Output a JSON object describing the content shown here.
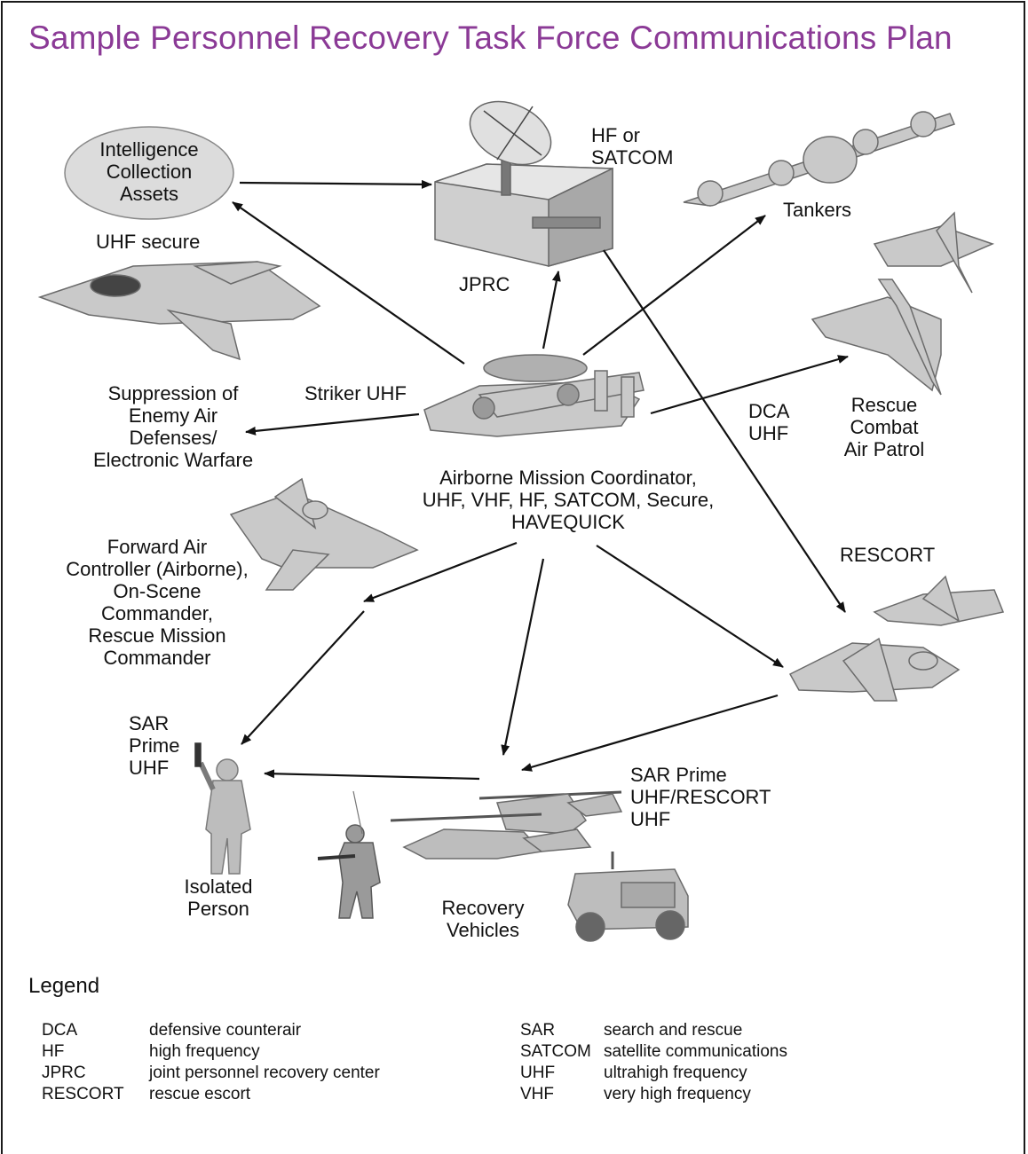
{
  "title": "Sample Personnel Recovery Task Force Communications Plan",
  "labels": {
    "intel": "Intelligence\nCollection\nAssets",
    "hf_satcom": "HF or\nSATCOM",
    "tankers": "Tankers",
    "uhf_secure": "UHF secure",
    "jprc": "JPRC",
    "striker_uhf": "Striker UHF",
    "sead": "Suppression of\nEnemy Air\nDefenses/\nElectronic Warfare",
    "dca_uhf": "DCA\nUHF",
    "rescap": "Rescue\nCombat\nAir Patrol",
    "amc": "Airborne Mission Coordinator,\nUHF, VHF, HF, SATCOM, Secure,\nHAVEQUICK",
    "fac": "Forward Air\nController (Airborne),\nOn-Scene\nCommander,\nRescue Mission\nCommander",
    "rescort": "RESCORT",
    "sar_prime_uhf": "SAR\nPrime\nUHF",
    "sar_rescort": "SAR Prime\nUHF/RESCORT\nUHF",
    "isolated": "Isolated\nPerson",
    "recovery": "Recovery\nVehicles"
  },
  "legend": {
    "title": "Legend",
    "left": [
      {
        "abbr": "DCA",
        "def": "defensive counterair"
      },
      {
        "abbr": "HF",
        "def": "high frequency"
      },
      {
        "abbr": "JPRC",
        "def": "joint personnel recovery center"
      },
      {
        "abbr": "RESCORT",
        "def": "rescue escort"
      }
    ],
    "right": [
      {
        "abbr": "SAR",
        "def": "search and rescue"
      },
      {
        "abbr": "SATCOM",
        "def": "satellite communications"
      },
      {
        "abbr": "UHF",
        "def": "ultrahigh frequency"
      },
      {
        "abbr": "VHF",
        "def": "very high frequency"
      }
    ]
  },
  "colors": {
    "title": "#8b3a96",
    "arrow": "#111111",
    "vehicle_fill": "#c9c9c9",
    "vehicle_stroke": "#6b6b6b",
    "ellipse_fill": "#dcdcdc"
  }
}
